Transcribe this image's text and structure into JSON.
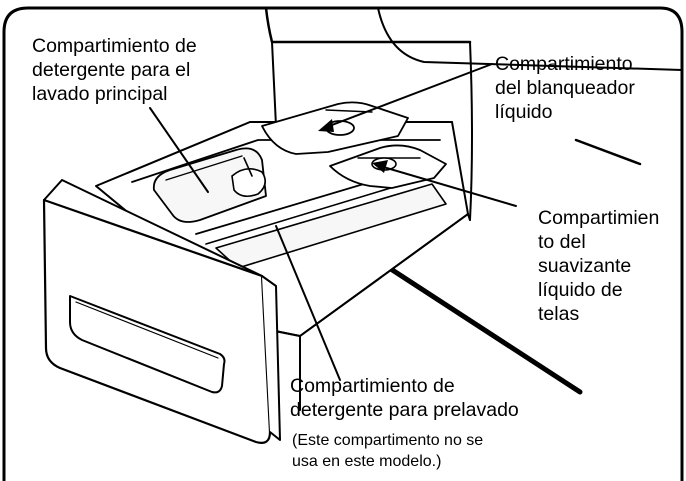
{
  "callouts": {
    "main_wash": {
      "lines": [
        "Compartimiento de",
        "detergente para el",
        "lavado principal"
      ]
    },
    "bleach": {
      "lines": [
        "Compartimiento",
        "del blanqueador",
        "líquido"
      ]
    },
    "softener": {
      "lines": [
        "Compartimien",
        "to del",
        "suavizante",
        "líquido de",
        "telas"
      ]
    },
    "prewash": {
      "lines": [
        "Compartimiento de",
        "detergente para prelavado"
      ],
      "note_lines": [
        "(Este compartimento no se",
        "usa en este modelo.)"
      ]
    }
  },
  "colors": {
    "line": "#000000",
    "background": "#ffffff",
    "drawer_shade": "#f2f2f2"
  }
}
